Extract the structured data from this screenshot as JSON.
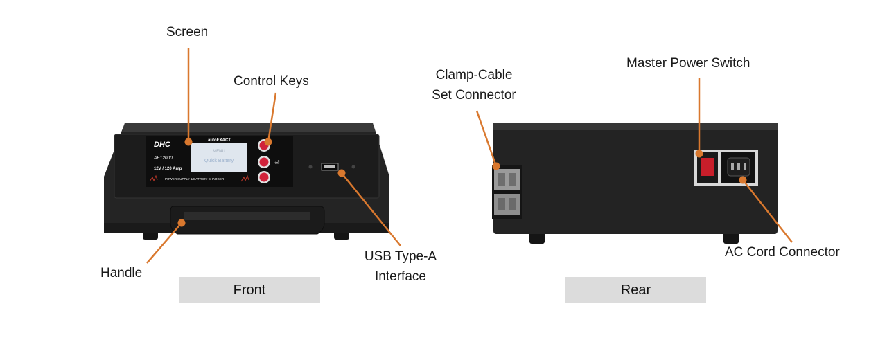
{
  "colors": {
    "callout": "#d9782e",
    "device_body": "#232323",
    "caption_bg": "#dcdcdc"
  },
  "callouts": {
    "screen": "Screen",
    "control_keys": "Control Keys",
    "handle": "Handle",
    "usb": [
      "USB Type-A",
      "Interface"
    ],
    "clamp": [
      "Clamp-Cable",
      "Set Connector"
    ],
    "master_switch": "Master Power Switch",
    "ac_cord": "AC Cord Connector"
  },
  "captions": {
    "front": "Front",
    "rear": "Rear"
  },
  "device_labels": {
    "brand": "DHC",
    "series": "autoEXACT",
    "model": "AE12000",
    "rating": "12V / 120 Amp",
    "product_line": "POWER SUPPLY & BATTERY CHARGER",
    "screen_line1": "MENU",
    "screen_line2": "Quick Battery"
  }
}
